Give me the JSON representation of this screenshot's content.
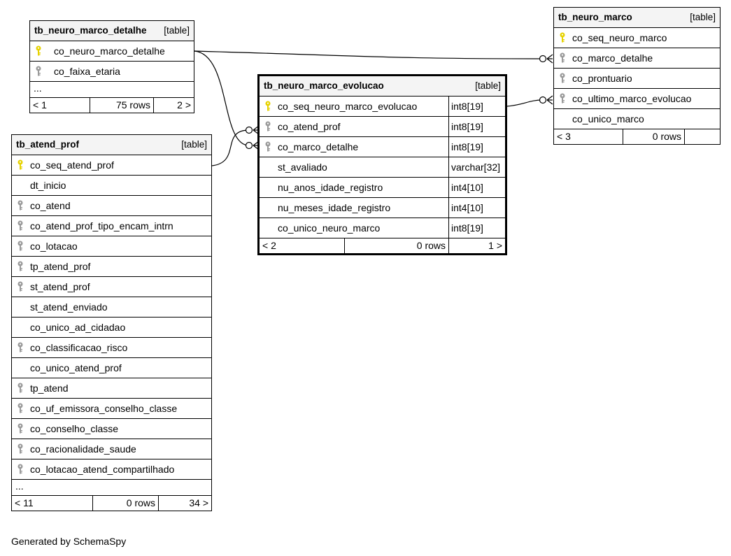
{
  "credit": "Generated by SchemaSpy",
  "colors": {
    "primary_key": "#e6d200",
    "foreign_key": "#9a9a9a",
    "header_bg": "#f4f4f4"
  },
  "tables": {
    "detalhe": {
      "name": "tb_neuro_marco_detalhe",
      "kind": "[table]",
      "columns": [
        {
          "name": "co_neuro_marco_detalhe",
          "key": "primary-key-icon"
        },
        {
          "name": "co_faixa_etaria",
          "key": "foreign-key-icon"
        }
      ],
      "ellipsis": "...",
      "footer": [
        "< 1",
        "75 rows",
        "2 >"
      ]
    },
    "atend_prof": {
      "name": "tb_atend_prof",
      "kind": "[table]",
      "columns": [
        {
          "name": "co_seq_atend_prof",
          "key": "primary-key-icon"
        },
        {
          "name": "dt_inicio",
          "key": ""
        },
        {
          "name": "co_atend",
          "key": "foreign-key-icon"
        },
        {
          "name": "co_atend_prof_tipo_encam_intrn",
          "key": "foreign-key-icon"
        },
        {
          "name": "co_lotacao",
          "key": "foreign-key-icon"
        },
        {
          "name": "tp_atend_prof",
          "key": "foreign-key-icon"
        },
        {
          "name": "st_atend_prof",
          "key": "foreign-key-icon"
        },
        {
          "name": "st_atend_enviado",
          "key": ""
        },
        {
          "name": "co_unico_ad_cidadao",
          "key": ""
        },
        {
          "name": "co_classificacao_risco",
          "key": "foreign-key-icon"
        },
        {
          "name": "co_unico_atend_prof",
          "key": ""
        },
        {
          "name": "tp_atend",
          "key": "foreign-key-icon"
        },
        {
          "name": "co_uf_emissora_conselho_classe",
          "key": "foreign-key-icon"
        },
        {
          "name": "co_conselho_classe",
          "key": "foreign-key-icon"
        },
        {
          "name": "co_racionalidade_saude",
          "key": "foreign-key-icon"
        },
        {
          "name": "co_lotacao_atend_compartilhado",
          "key": "foreign-key-icon"
        }
      ],
      "ellipsis": "...",
      "footer": [
        "< 11",
        "0 rows",
        "34 >"
      ]
    },
    "evolucao": {
      "name": "tb_neuro_marco_evolucao",
      "kind": "[table]",
      "columns": [
        {
          "name": "co_seq_neuro_marco_evolucao",
          "type": "int8[19]",
          "key": "primary-key-icon"
        },
        {
          "name": "co_atend_prof",
          "type": "int8[19]",
          "key": "foreign-key-icon"
        },
        {
          "name": "co_marco_detalhe",
          "type": "int8[19]",
          "key": "foreign-key-icon"
        },
        {
          "name": "st_avaliado",
          "type": "varchar[32]",
          "key": ""
        },
        {
          "name": "nu_anos_idade_registro",
          "type": "int4[10]",
          "key": ""
        },
        {
          "name": "nu_meses_idade_registro",
          "type": "int4[10]",
          "key": ""
        },
        {
          "name": "co_unico_neuro_marco",
          "type": "int8[19]",
          "key": ""
        }
      ],
      "footer": [
        "< 2",
        "0 rows",
        "1 >"
      ]
    },
    "marco": {
      "name": "tb_neuro_marco",
      "kind": "[table]",
      "columns": [
        {
          "name": "co_seq_neuro_marco",
          "key": "primary-key-icon"
        },
        {
          "name": "co_marco_detalhe",
          "key": "foreign-key-icon"
        },
        {
          "name": "co_prontuario",
          "key": "foreign-key-icon"
        },
        {
          "name": "co_ultimo_marco_evolucao",
          "key": "foreign-key-icon"
        },
        {
          "name": "co_unico_marco",
          "key": ""
        }
      ],
      "footer": [
        "< 3",
        "0 rows",
        ""
      ]
    }
  }
}
